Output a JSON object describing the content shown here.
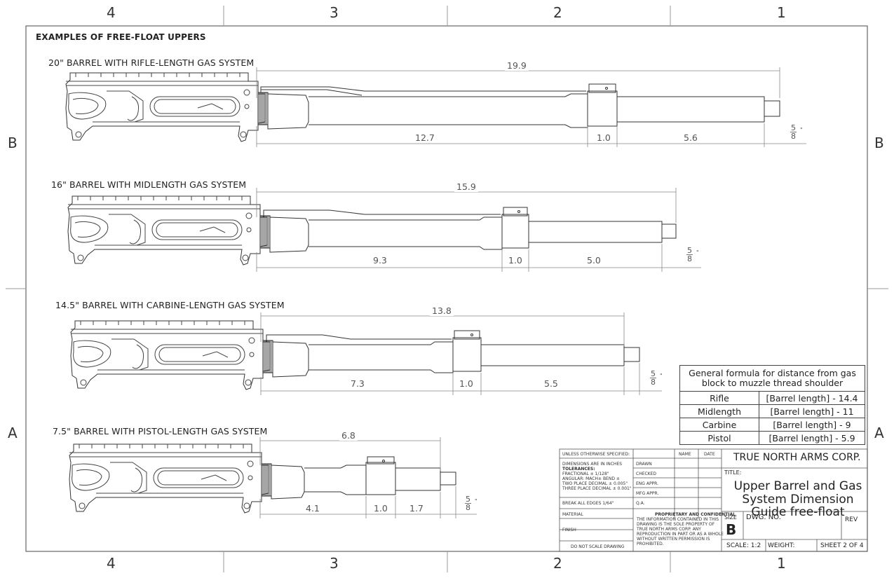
{
  "zones": {
    "top": [
      "4",
      "3",
      "2",
      "1"
    ],
    "bottom": [
      "4",
      "3",
      "2",
      "1"
    ],
    "left": [
      "B",
      "A"
    ],
    "right": [
      "B",
      "A"
    ]
  },
  "title": "EXAMPLES OF FREE-FLOAT UPPERS",
  "uppers": [
    {
      "label": "20\" BARREL WITH RIFLE-LENGTH GAS SYSTEM",
      "overall": "19.9",
      "segments": [
        "12.7",
        "1.0",
        "5.6"
      ],
      "frac_num": "5",
      "frac_den": "8",
      "frac_unit": "\""
    },
    {
      "label": "16\" BARREL WITH MIDLENGTH GAS SYSTEM",
      "overall": "15.9",
      "segments": [
        "9.3",
        "1.0",
        "5.0"
      ],
      "frac_num": "5",
      "frac_den": "8",
      "frac_unit": "\""
    },
    {
      "label": "14.5\" BARREL WITH CARBINE-LENGTH GAS SYSTEM",
      "overall": "13.8",
      "segments": [
        "7.3",
        "1.0",
        "5.5"
      ],
      "frac_num": "5",
      "frac_den": "8",
      "frac_unit": "\""
    },
    {
      "label": "7.5\" BARREL WITH PISTOL-LENGTH GAS SYSTEM",
      "overall": "6.8",
      "segments": [
        "4.1",
        "1.0",
        "1.7"
      ],
      "frac_num": "5",
      "frac_den": "8",
      "frac_unit": "\""
    }
  ],
  "formula_table": {
    "header": "General formula for distance from gas block to muzzle thread shoulder",
    "rows": [
      {
        "system": "Rifle",
        "formula": "[Barrel length] - 14.4"
      },
      {
        "system": "Midlength",
        "formula": "[Barrel length] - 11"
      },
      {
        "system": "Carbine",
        "formula": "[Barrel length] - 9"
      },
      {
        "system": "Pistol",
        "formula": "[Barrel length] - 5.9"
      }
    ]
  },
  "title_block": {
    "unless": "UNLESS OTHERWISE SPECIFIED:",
    "name_hdr": "NAME",
    "date_hdr": "DATE",
    "dims": "DIMENSIONS ARE IN INCHES",
    "tolerances": "TOLERANCES:",
    "fractional": "FRACTIONAL ± 1/128\"",
    "angular": "ANGULAR: MACH±    BEND ±",
    "two_place": "TWO PLACE DECIMAL    ± 0.005\"",
    "three_place": "THREE PLACE DECIMAL   ± 0.001\"",
    "break_edges": "BREAK ALL EDGES 1/64\"",
    "material": "MATERIAL",
    "finish": "FINISH",
    "do_not_scale": "DO NOT SCALE DRAWING",
    "drawn": "DRAWN",
    "checked": "CHECKED",
    "eng_appr": "ENG APPR.",
    "mfg_appr": "MFG APPR.",
    "qa": "Q.A.",
    "proprietary_title": "PROPRIETARY AND CONFIDENTIAL",
    "proprietary_text": [
      "THE INFORMATION CONTAINED IN THIS",
      "DRAWING IS THE SOLE PROPERTY OF",
      "TRUE NORTH ARMS CORP.  ANY",
      "REPRODUCTION IN PART OR AS A WHOLE",
      "WITHOUT WRITTEN PERMISSION IS",
      "PROHIBITED."
    ],
    "company": "TRUE NORTH ARMS CORP.",
    "title_label": "TITLE:",
    "drawing_title": [
      "Upper Barrel and Gas",
      "System Dimension",
      "Guide free-float"
    ],
    "size_label": "SIZE",
    "size": "B",
    "dwg_no": "DWG.  NO.",
    "rev": "REV",
    "scale": "SCALE: 1:2",
    "weight": "WEIGHT:",
    "sheet": "SHEET 2 OF 4"
  }
}
